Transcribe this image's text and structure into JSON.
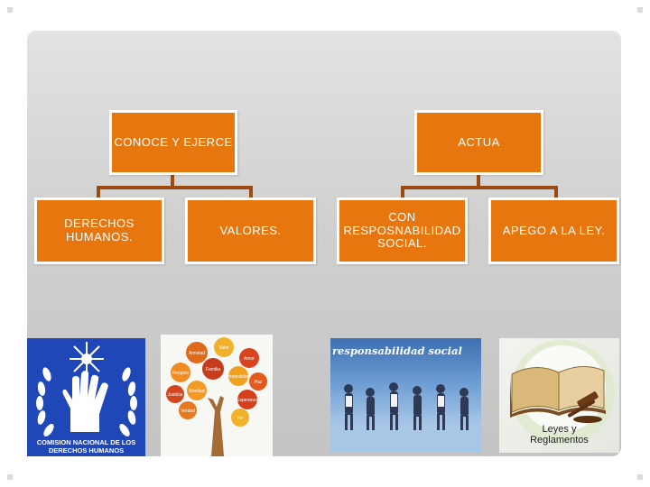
{
  "diagram": {
    "left_root": "CONOCE Y EJERCE",
    "right_root": "ACTUA",
    "children": [
      "DERECHOS\nHUMANOS.",
      "VALORES.",
      "CON\nRESPOSNABILIDAD\nSOCIAL.",
      "APEGO A LA LEY."
    ]
  },
  "images": {
    "cndh": {
      "icon": "cndh-logo-icon",
      "line1": "COMISION NACIONAL DE LOS",
      "line2": "DERECHOS HUMANOS"
    },
    "tree": {
      "icon": "values-tree-icon",
      "leaf_words": [
        "Amistad",
        "Valor",
        "Amor",
        "Respeto",
        "Familia",
        "Honestidad",
        "Paz",
        "Justicia",
        "Bondad",
        "Esperanza",
        "Verdad",
        "Fe"
      ]
    },
    "social": {
      "icon": "social-responsibility-photo",
      "caption": "responsabilidad social"
    },
    "laws": {
      "icon": "laws-book-gavel-icon",
      "line1": "Leyes y",
      "line2": "Reglamentos"
    }
  },
  "colors": {
    "box": "#e8760f",
    "connector": "#9b4b12",
    "cndh_blue": "#1f47b8"
  }
}
